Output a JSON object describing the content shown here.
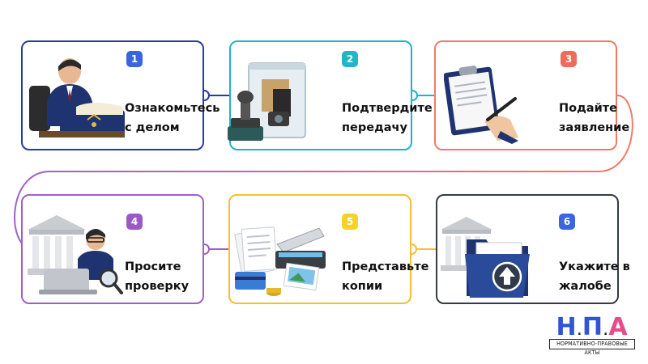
{
  "colors": {
    "step1": "#2b3a9e",
    "step2": "#1fb3c9",
    "step3": "#f07a6a",
    "step4": "#a05fc7",
    "step5": "#f2c12e",
    "step6": "#333b45",
    "badge1": "#3a64e0",
    "badge2": "#22b5c8",
    "badge3": "#f06b5a",
    "badge4": "#9b59c5",
    "badge5": "#f5d12a",
    "badge6": "#3a64e0",
    "navy": "#1f3370",
    "logo_blue": "#2f55d4",
    "logo_pink": "#e94a8c"
  },
  "steps": [
    {
      "number": "1",
      "line1": "Ознакомьтесь",
      "line2": "с делом",
      "icon": "lawyer-reading-book-icon"
    },
    {
      "number": "2",
      "line1": "Подтвердите",
      "line2": "передачу",
      "icon": "evidence-bag-stamp-icon"
    },
    {
      "number": "3",
      "line1": "Подайте",
      "line2": "заявление",
      "icon": "clipboard-signing-icon"
    },
    {
      "number": "4",
      "line1": "Просите",
      "line2": "проверку",
      "icon": "courthouse-laptop-magnifier-icon"
    },
    {
      "number": "5",
      "line1": "Представьте",
      "line2": "копии",
      "icon": "scanner-documents-card-icon"
    },
    {
      "number": "6",
      "line1": "Укажите в",
      "line2": "жалобе",
      "icon": "courthouse-folder-upload-icon"
    }
  ],
  "logo": {
    "mark_n1": "Н",
    "mark_p": "П",
    "mark_a": "А",
    "caption": "НОРМАТИВНО-ПРАВОВЫЕ АКТЫ"
  }
}
